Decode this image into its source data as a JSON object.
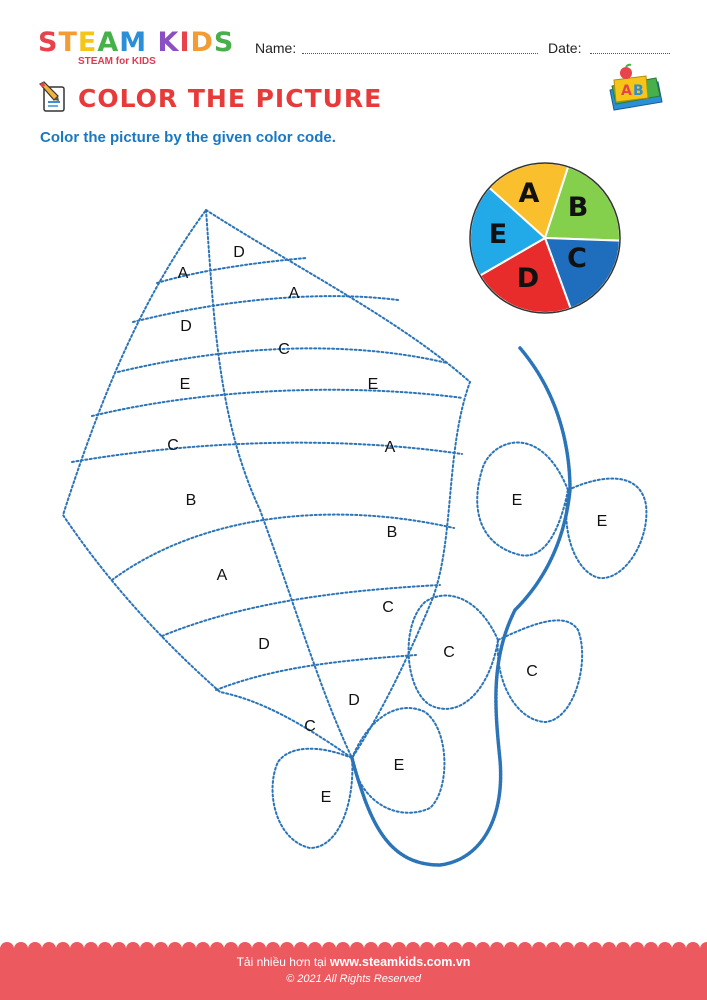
{
  "logo": {
    "letters": [
      "S",
      "T",
      "E",
      "A",
      "M",
      " ",
      "K",
      "I",
      "D",
      "S"
    ],
    "letter_colors": [
      "#e8434c",
      "#f39c33",
      "#f5c518",
      "#46b04a",
      "#2a8fd6",
      "#ffffff",
      "#8c4fc3",
      "#e8434c",
      "#f39c33",
      "#46b04a"
    ],
    "subtitle": "STEAM for KIDS"
  },
  "fields": {
    "name_label": "Name:",
    "date_label": "Date:"
  },
  "title": "COLOR THE PICTURE",
  "instruction": "Color the picture by the given color code.",
  "color_code": [
    {
      "letter": "A",
      "color": "#f9bf2c"
    },
    {
      "letter": "B",
      "color": "#84d04c"
    },
    {
      "letter": "C",
      "color": "#1f6ebd"
    },
    {
      "letter": "D",
      "color": "#e82c2c"
    },
    {
      "letter": "E",
      "color": "#22a9e8"
    }
  ],
  "regions": [
    {
      "letter": "D"
    },
    {
      "letter": "A"
    },
    {
      "letter": "A"
    },
    {
      "letter": "D"
    },
    {
      "letter": "C"
    },
    {
      "letter": "E"
    },
    {
      "letter": "E"
    },
    {
      "letter": "C"
    },
    {
      "letter": "A"
    },
    {
      "letter": "B"
    },
    {
      "letter": "B"
    },
    {
      "letter": "A"
    },
    {
      "letter": "C"
    },
    {
      "letter": "D"
    },
    {
      "letter": "D"
    },
    {
      "letter": "C"
    },
    {
      "letter": "E"
    },
    {
      "letter": "E"
    },
    {
      "letter": "E"
    },
    {
      "letter": "E"
    },
    {
      "letter": "C"
    },
    {
      "letter": "C"
    }
  ],
  "footer": {
    "prefix": "Tải nhiều hơn tại ",
    "site": "www.steamkids.com.vn",
    "copyright": "© 2021 All Rights Reserved"
  },
  "colors": {
    "outline": "#2b74b8",
    "title": "#e83a3a",
    "instruction": "#1a78c2",
    "footer": "#ec5a5f"
  }
}
